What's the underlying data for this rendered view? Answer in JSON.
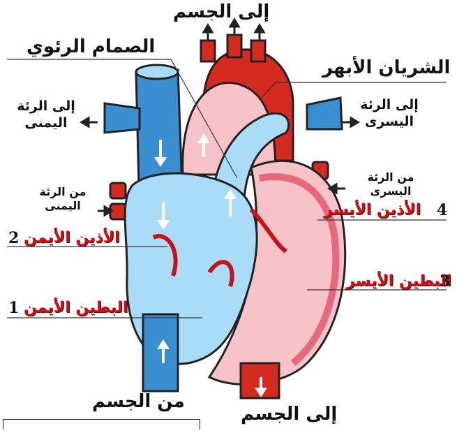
{
  "labels": {
    "to_body_top": "إلى الجسم",
    "pulmonary_valve": "الصمام الرئوي",
    "aorta": "الشريان الأبهر",
    "to_right_lung": "إلى الرئة اليمنى",
    "to_left_lung": "إلى الرئة اليسرى",
    "from_left_lung": "من الرئة اليسرى",
    "from_right_lung": "من الرئة اليمنى",
    "left_atrium": "الأذين الأيسر",
    "right_atrium": "الأذين الأيمن",
    "left_ventricle": "البطين الأيسر",
    "right_ventricle": "البطين الأيمن",
    "from_body": "من الجسم",
    "to_body_bottom": "إلى الجسم"
  },
  "numbers": {
    "left_atrium": "4",
    "right_atrium": "2",
    "left_ventricle": "3",
    "right_ventricle": "1"
  },
  "colors": {
    "blue_fill": "#a9dcf6",
    "blue_vessel": "#3a8fd0",
    "red_vessel": "#d42a20",
    "pink_fill": "#f7c3c8",
    "outline": "#9a1020",
    "label_red": "#c8101a"
  }
}
